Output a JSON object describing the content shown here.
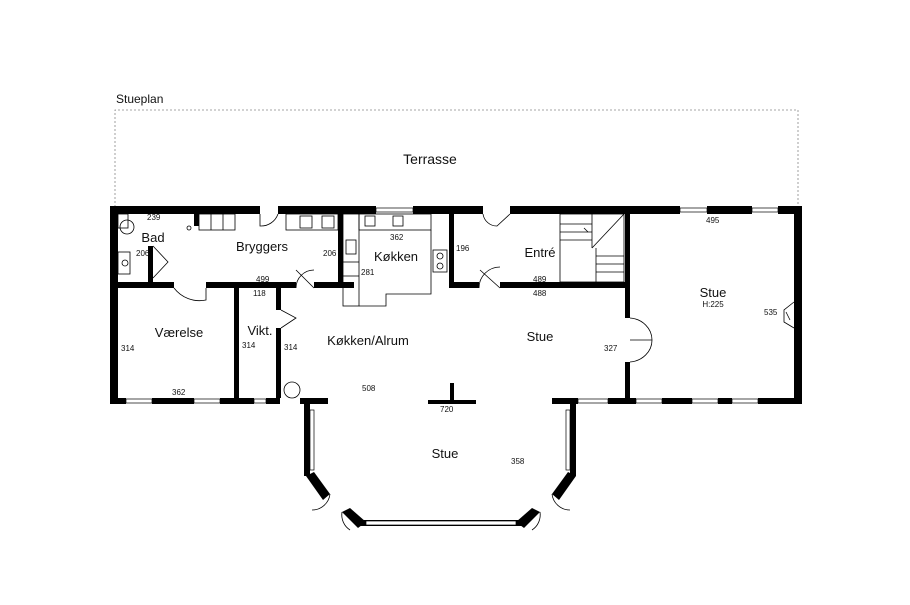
{
  "plan": {
    "title": "Stueplan",
    "terrace": "Terrasse",
    "rooms": {
      "bad": "Bad",
      "bryggers": "Bryggers",
      "kokken": "Køkken",
      "entre": "Entré",
      "stue_right": "Stue",
      "stue_right_height": "H:225",
      "vaerelse": "Værelse",
      "vikt": "Vikt.",
      "kokken_alrum": "Køkken/Alrum",
      "stue_mid": "Stue",
      "stue_bottom": "Stue"
    },
    "dimensions": {
      "bad_top": "239",
      "bad_side": "206",
      "bryggers_bottom": "499",
      "bryggers_side": "206",
      "kokken_top": "362",
      "kokken_side": "281",
      "entre_side": "196",
      "entre_bottom": "489",
      "stue_right_top": "495",
      "stue_right_side": "535",
      "stue_mid_top": "488",
      "stue_mid_side": "327",
      "vaerelse_side": "314",
      "vaerelse_bottom": "362",
      "vikt_top": "118",
      "vikt_side": "314",
      "alrum_side": "314",
      "alrum_depth": "508",
      "alrum_width": "720",
      "stue_bottom_depth": "358"
    }
  }
}
